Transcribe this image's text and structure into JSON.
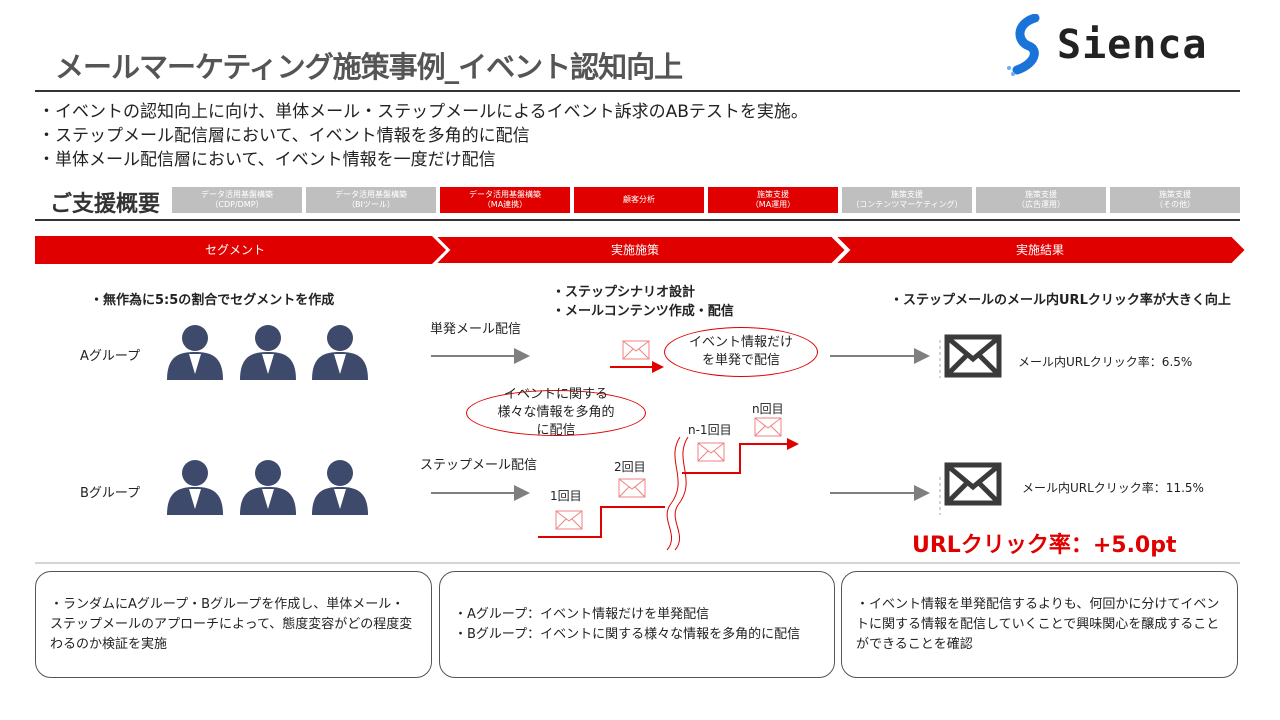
{
  "title": "メールマーケティング施策事例_イベント認知向上",
  "logo": "Sienca",
  "bullets": [
    "・イベントの認知向上に向け、単体メール・ステップメールによるイベント訴求のABテストを実施。",
    "・ステップメール配信層において、イベント情報を多角的に配信",
    "・単体メール配信層において、イベント情報を一度だけ配信"
  ],
  "support": {
    "label": "ご支援概要",
    "tags": [
      {
        "l1": "データ活用基盤構築",
        "l2": "（CDP/DMP）",
        "active": false
      },
      {
        "l1": "データ活用基盤構築",
        "l2": "（BIツール）",
        "active": false
      },
      {
        "l1": "データ活用基盤構築",
        "l2": "（MA連携）",
        "active": true
      },
      {
        "l1": "顧客分析",
        "l2": "",
        "active": true
      },
      {
        "l1": "施策支援",
        "l2": "（MA運用）",
        "active": true
      },
      {
        "l1": "施策支援",
        "l2": "（コンテンツマーケティング）",
        "active": false
      },
      {
        "l1": "施策支援",
        "l2": "（広告運用）",
        "active": false
      },
      {
        "l1": "施策支援",
        "l2": "（その他）",
        "active": false
      }
    ]
  },
  "phases": [
    "セグメント",
    "実施施策",
    "実施結果"
  ],
  "segment": {
    "heading": "・無作為に5:5の割合でセグメントを作成",
    "group_a": "Aグループ",
    "group_b": "Bグループ"
  },
  "measure": {
    "heading1": "・ステップシナリオ設計",
    "heading2": "・メールコンテンツ作成・配信",
    "single": "単発メール配信",
    "step": "ステップメール配信",
    "bubble_a": "イベント情報だけを単発で配信",
    "bubble_b": "イベントに関する様々な情報を多角的に配信",
    "steps": [
      "1回目",
      "2回目",
      "n-1回目",
      "n回目"
    ]
  },
  "result": {
    "heading": "・ステップメールのメール内URLクリック率が大きく向上",
    "a": "メール内URLクリック率：6.5%",
    "b": "メール内URLクリック率：11.5%",
    "lift": "URLクリック率：+5.0pt"
  },
  "boxes": [
    "・ランダムにAグループ・Bグループを作成し、単体メール・ステップメールのアプローチによって、態度変容がどの程度変わるのか検証を実施",
    "・Aグループ：イベント情報だけを単発配信\n・Bグループ：イベントに関する様々な情報を多角的に配信",
    "・イベント情報を単発配信するよりも、何回かに分けてイベントに関する情報を配信していくことで興味関心を醸成することができることを確認"
  ],
  "colors": {
    "accent": "#e00000",
    "gray": "#bfbfbf",
    "person": "#3d4a6b"
  }
}
